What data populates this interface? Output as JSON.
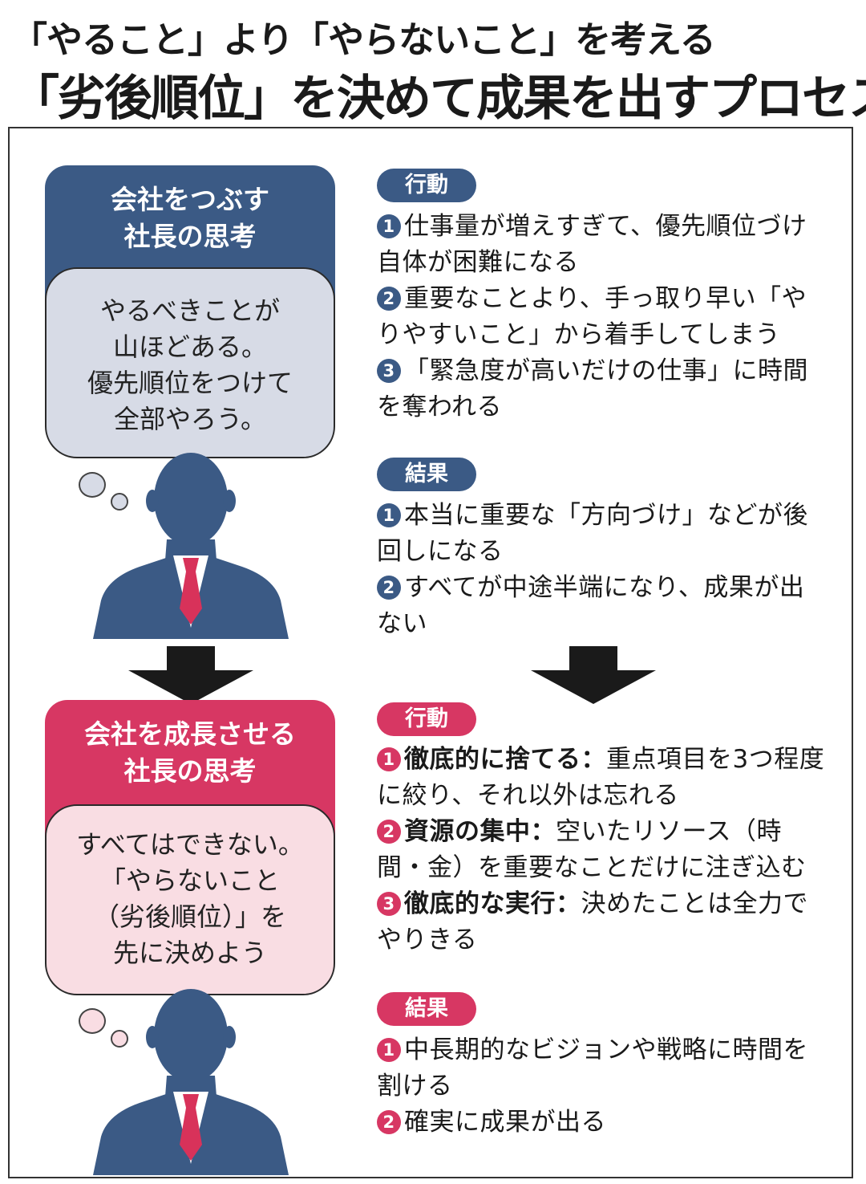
{
  "header": {
    "subtitle": "「やること」より「やらないこと」を考える",
    "title": "「劣後順位」を決めて成果を出すプロセス"
  },
  "colors": {
    "navy": "#3b5a85",
    "crimson": "#d73763",
    "bubble_blue": "#d7dbe6",
    "bubble_pink": "#f9dde3",
    "tie": "#d8325a",
    "arrow": "#1a1a1a"
  },
  "icons": {
    "person": "businessman-silhouette-icon",
    "arrow": "down-arrow-icon",
    "thought": "thought-bubble-icon"
  },
  "bad_ceo": {
    "heading": [
      "会社をつぶす",
      "社長の思考"
    ],
    "thought": [
      "やるべきことが",
      "山ほどある。",
      "優先順位をつけて",
      "全部やろう。"
    ],
    "action_tag": "行動",
    "actions": [
      {
        "n": "1",
        "text": "仕事量が増えすぎて、優先順位づけ自体が困難になる"
      },
      {
        "n": "2",
        "text": "重要なことより、手っ取り早い「やりやすいこと」から着手してしまう"
      },
      {
        "n": "3",
        "text": "「緊急度が高いだけの仕事」に時間を奪われる"
      }
    ],
    "result_tag": "結果",
    "results": [
      {
        "n": "1",
        "text": "本当に重要な「方向づけ」などが後回しになる"
      },
      {
        "n": "2",
        "text": "すべてが中途半端になり、成果が出ない"
      }
    ]
  },
  "good_ceo": {
    "heading": [
      "会社を成長させる",
      "社長の思考"
    ],
    "thought": [
      "すべてはできない。",
      "「やらないこと",
      "（劣後順位）」を",
      "先に決めよう"
    ],
    "action_tag": "行動",
    "actions": [
      {
        "n": "1",
        "bold": "徹底的に捨てる：",
        "text": "重点項目を3つ程度に絞り、それ以外は忘れる"
      },
      {
        "n": "2",
        "bold": "資源の集中：",
        "text": "空いたリソース（時間・金）を重要なことだけに注ぎ込む"
      },
      {
        "n": "3",
        "bold": "徹底的な実行：",
        "text": "決めたことは全力でやりきる"
      }
    ],
    "result_tag": "結果",
    "results": [
      {
        "n": "1",
        "text": "中長期的なビジョンや戦略に時間を割ける"
      },
      {
        "n": "2",
        "text": "確実に成果が出る"
      }
    ]
  }
}
